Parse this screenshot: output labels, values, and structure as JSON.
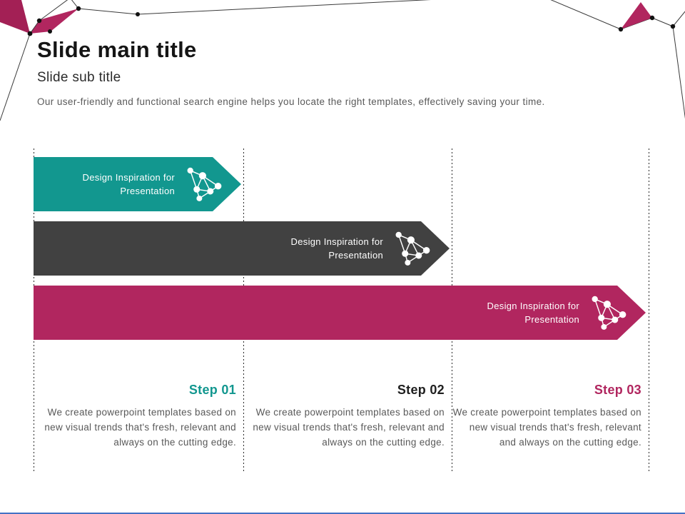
{
  "slide": {
    "title": "Slide main title",
    "subtitle": "Slide sub title",
    "description": "Our user-friendly and functional search engine helps you locate the right templates, effectively saving your time."
  },
  "arrows": [
    {
      "line1": "Design Inspiration for",
      "line2": "Presentation",
      "color": "#12978f"
    },
    {
      "line1": "Design Inspiration for",
      "line2": "Presentation",
      "color": "#414141"
    },
    {
      "line1": "Design Inspiration for",
      "line2": "Presentation",
      "color": "#b1265f"
    }
  ],
  "steps": [
    {
      "title": "Step 01",
      "color": "#12978f",
      "body": "We create powerpoint templates based on new visual trends that's fresh, relevant and always on the cutting edge."
    },
    {
      "title": "Step 02",
      "color": "#1f1f1f",
      "body": "We create powerpoint templates based on new visual trends that's fresh, relevant and always on the cutting edge."
    },
    {
      "title": "Step 03",
      "color": "#b1265f",
      "body": "We create powerpoint templates based on new visual trends that's fresh, relevant and always on the cutting edge."
    }
  ],
  "icons": {
    "arrow_icon": "network-molecule-icon",
    "decoration": "polygon-network-decoration"
  },
  "colors": {
    "teal": "#12978f",
    "dark": "#414141",
    "magenta": "#b1265f",
    "magenta_dark": "#a32055",
    "decor_line": "#3a3a3a",
    "decor_dot": "#111111",
    "muted_text": "#595959",
    "bottom_line": "#4472c4"
  }
}
